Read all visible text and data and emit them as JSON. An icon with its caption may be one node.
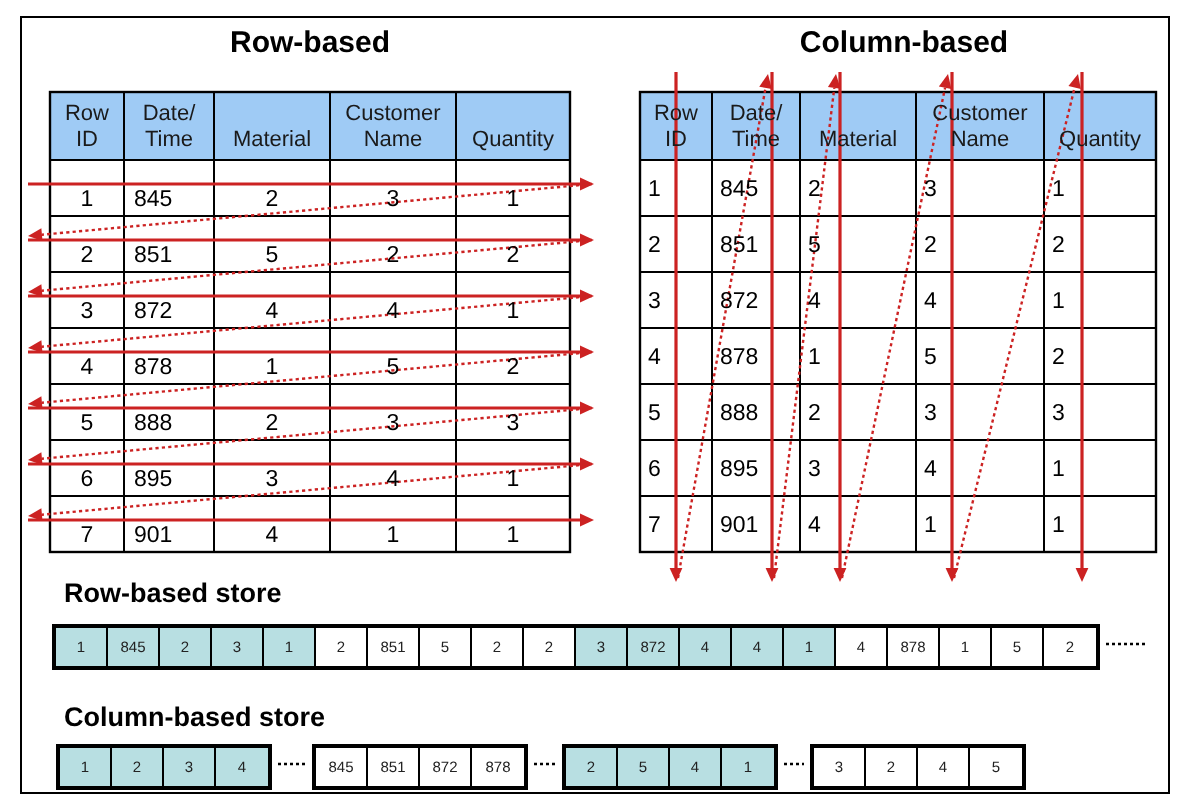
{
  "diagram": {
    "labels": [
      "Row-based",
      "Row ID",
      "Date/ Time",
      "Material",
      "Customer Name",
      "Quantity",
      "1",
      "845",
      "2",
      "3",
      "1",
      "2",
      "851",
      "5",
      "2",
      "2",
      "3",
      "872",
      "4",
      "4",
      "1",
      "4",
      "878",
      "1",
      "5",
      "2",
      "5",
      "888",
      "2",
      "3",
      "3",
      "6",
      "895",
      "3",
      "4",
      "1",
      "7",
      "901",
      "4",
      "1",
      "1",
      "Column-based",
      "Row ID",
      "Date/ Time",
      "Material",
      "Customer Name",
      "Quantity",
      "1",
      "845",
      "2",
      "3",
      "1",
      "2",
      "851",
      "5",
      "2",
      "2",
      "3",
      "872",
      "4",
      "4",
      "1",
      "4",
      "878",
      "1",
      "5",
      "2",
      "5",
      "888",
      "2",
      "3",
      "3",
      "6",
      "895",
      "3",
      "4",
      "1",
      "7",
      "901",
      "4",
      "1",
      "1",
      "Row-based store",
      "1",
      "845",
      "2",
      "3",
      "1",
      "2",
      "851",
      "5",
      "2",
      "2",
      "3",
      "872",
      "4",
      "4",
      "1",
      "4",
      "878",
      "1",
      "5",
      "2",
      "Column-based store",
      "1",
      "2",
      "3",
      "4",
      "845",
      "851",
      "872",
      "878",
      "2",
      "5",
      "4",
      "1",
      "3",
      "2",
      "4",
      "5"
    ]
  }
}
